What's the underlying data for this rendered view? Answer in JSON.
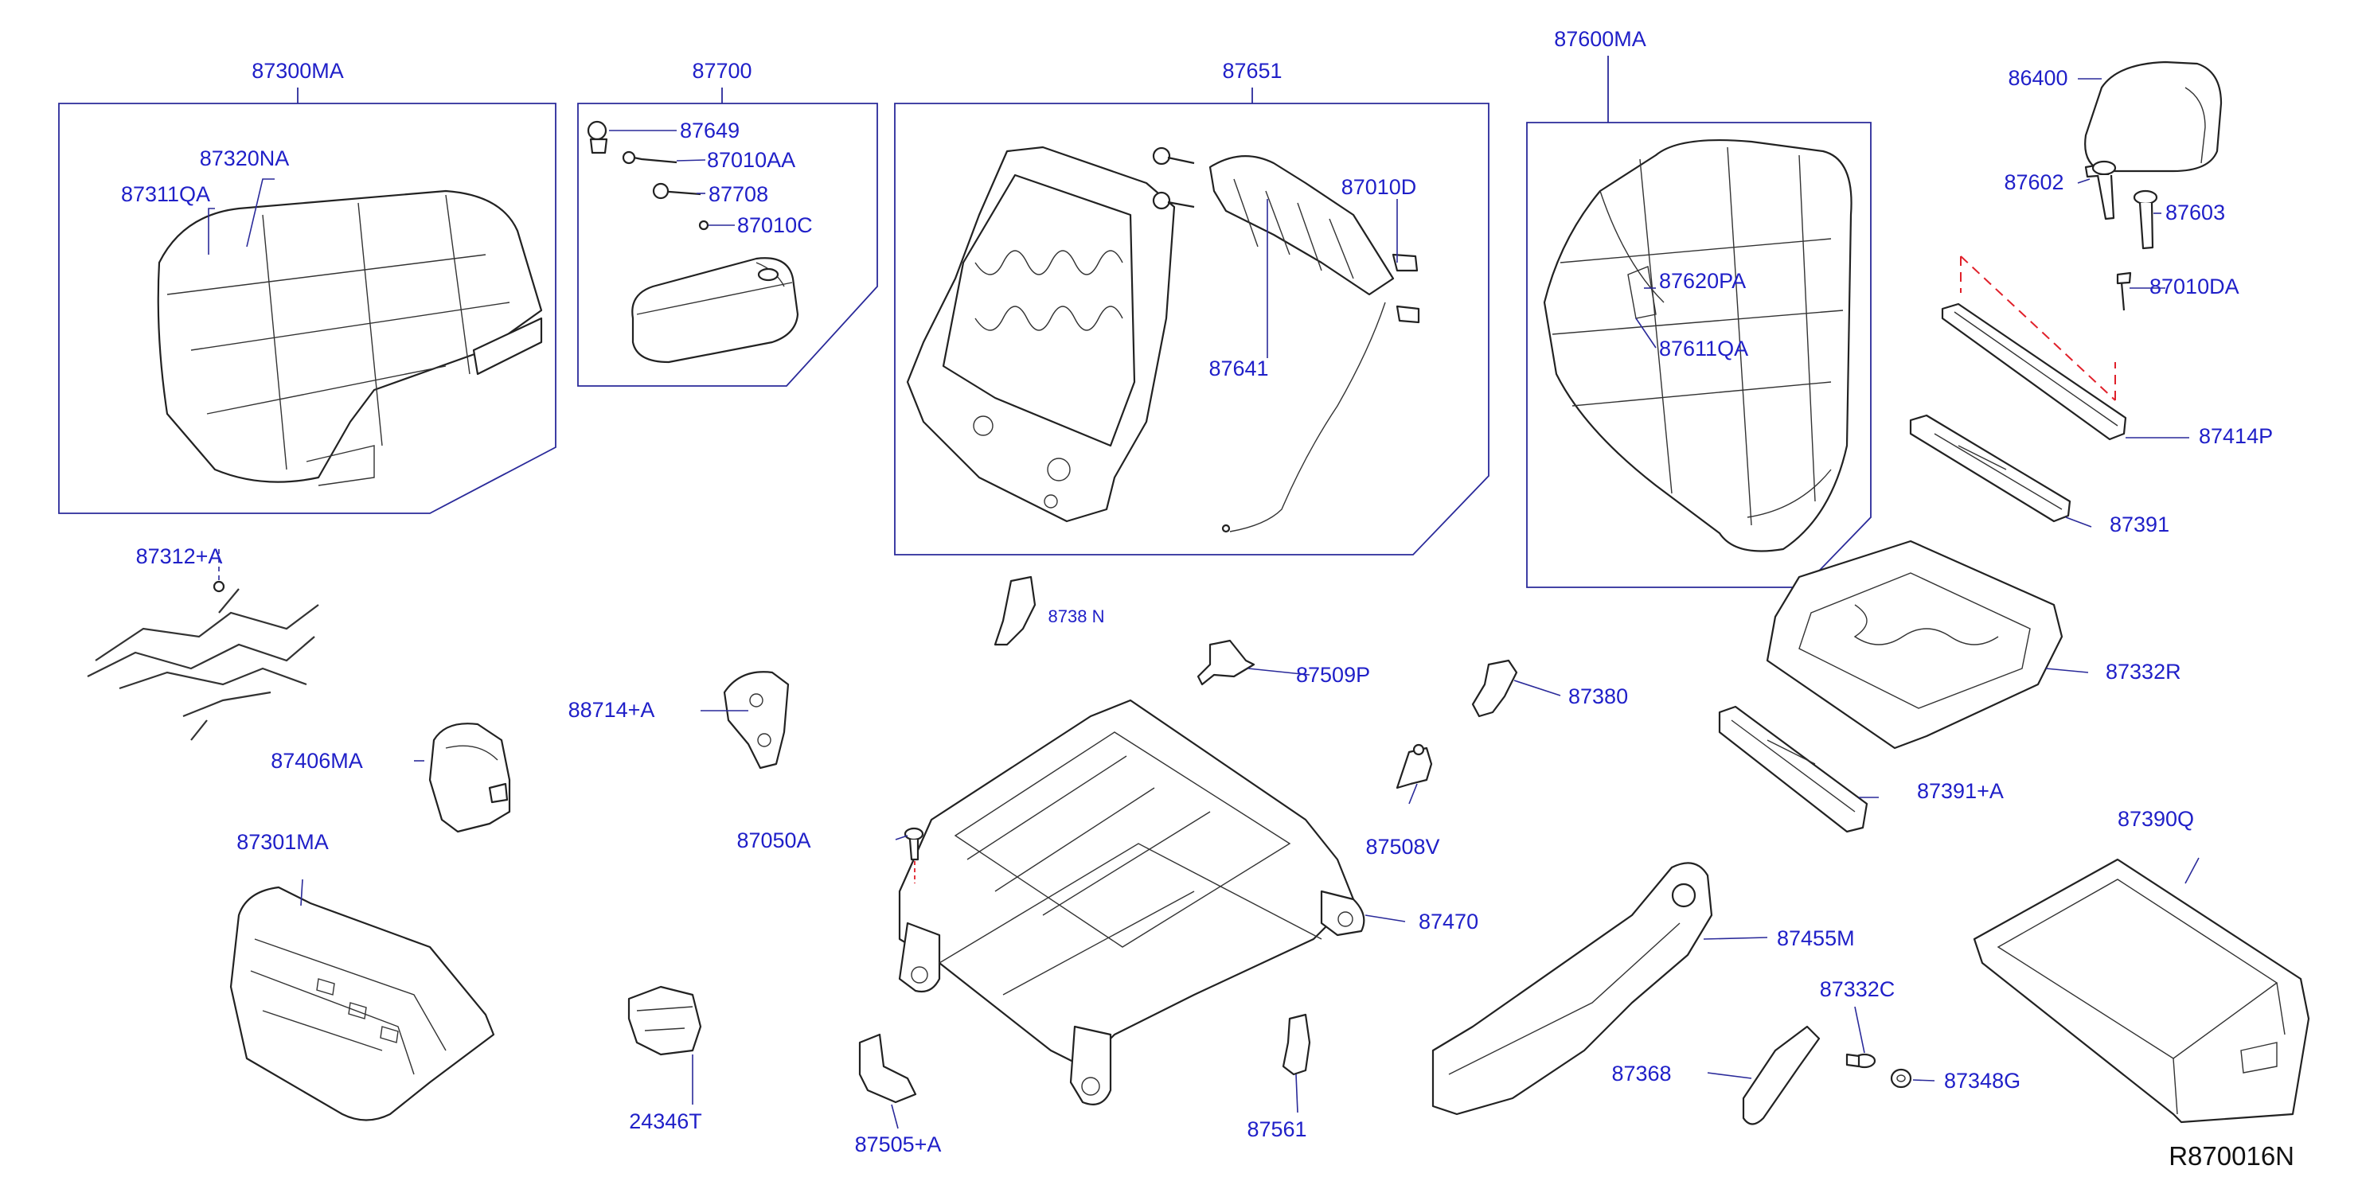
{
  "diagram": {
    "reference": "R870016N",
    "colors": {
      "label": "#1f1fc8",
      "leader": "#2a2a9a",
      "part_stroke": "#222222",
      "dashed_red": "#e0202a",
      "reference": "#111111"
    },
    "callouts": {
      "c87300MA": "87300MA",
      "c87320NA": "87320NA",
      "c87311QA": "87311QA",
      "c87700": "87700",
      "c87649": "87649",
      "c87010AA": "87010AA",
      "c87708": "87708",
      "c87010C": "87010C",
      "c87651": "87651",
      "c87010D": "87010D",
      "c87641": "87641",
      "c87600MA": "87600MA",
      "c87620PA": "87620PA",
      "c87611QA": "87611QA",
      "c86400": "86400",
      "c87602": "87602",
      "c87603": "87603",
      "c87010DA": "87010DA",
      "c87414P": "87414P",
      "c87391": "87391",
      "c87332R": "87332R",
      "c87391A": "87391+A",
      "c87312A": "87312+A",
      "c87509P": "87509P",
      "c87380": "87380",
      "c88714A": "88714+A",
      "c87406MA": "87406MA",
      "c87301MA": "87301MA",
      "c87050A": "87050A",
      "c87508V": "87508V",
      "c87470": "87470",
      "c87390Q": "87390Q",
      "c87455M": "87455M",
      "c87332C": "87332C",
      "c87368": "87368",
      "c87348G": "87348G",
      "c24346T": "24346T",
      "c87505A": "87505+A",
      "c87561": "87561",
      "c8738N": "8738 N"
    }
  }
}
